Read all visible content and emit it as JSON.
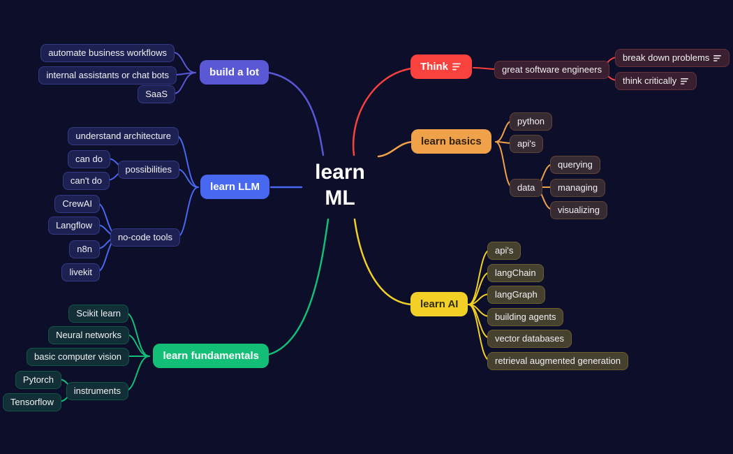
{
  "app": {
    "type": "mind-map"
  },
  "colors": {
    "background": "#0c0e2a",
    "center_text": "#ffffff",
    "child_text": "#f2f1f7",
    "branch_build_a_lot": "#5a58d5",
    "branch_learn_llm": "#4768ef",
    "branch_learn_fundamentals": "#13bf77",
    "branch_think": "#f9423e",
    "branch_learn_basics": "#f0a24a",
    "branch_learn_ai": "#f2d026",
    "child_fill_navy": "#1d2152",
    "child_fill_green": "#122e36",
    "child_fill_red": "#391f30",
    "child_fill_orange": "#362b32",
    "child_fill_yellow": "#46402f"
  },
  "center": {
    "title_line1": "learn",
    "title_line2": "ML"
  },
  "branches": [
    {
      "label": "build a lot",
      "color": "#5a58d5",
      "children": [
        {
          "label": "automate business workflows"
        },
        {
          "label": "internal assistants or chat bots"
        },
        {
          "label": "SaaS"
        }
      ]
    },
    {
      "label": "learn LLM",
      "color": "#4768ef",
      "children": [
        {
          "label": "understand architecture"
        },
        {
          "label": "possibilities",
          "children": [
            {
              "label": "can do"
            },
            {
              "label": "can't do"
            }
          ]
        },
        {
          "label": "no-code tools",
          "children": [
            {
              "label": "CrewAI"
            },
            {
              "label": "Langflow"
            },
            {
              "label": "n8n"
            },
            {
              "label": "livekit"
            }
          ]
        }
      ]
    },
    {
      "label": "learn fundamentals",
      "color": "#13bf77",
      "children": [
        {
          "label": "Scikit learn"
        },
        {
          "label": "Neural networks"
        },
        {
          "label": "basic computer vision"
        },
        {
          "label": "instruments",
          "children": [
            {
              "label": "Pytorch"
            },
            {
              "label": "Tensorflow"
            }
          ]
        }
      ]
    },
    {
      "label": "Think",
      "color": "#f9423e",
      "has_note_icon": true,
      "children": [
        {
          "label": "great software engineers",
          "children": [
            {
              "label": "break down problems",
              "has_note_icon": true
            },
            {
              "label": "think critically",
              "has_note_icon": true
            }
          ]
        }
      ]
    },
    {
      "label": "learn basics",
      "color": "#f0a24a",
      "children": [
        {
          "label": "python"
        },
        {
          "label": "api's"
        },
        {
          "label": "data",
          "children": [
            {
              "label": "querying"
            },
            {
              "label": "managing"
            },
            {
              "label": "visualizing"
            }
          ]
        }
      ]
    },
    {
      "label": "learn AI",
      "color": "#f2d026",
      "children": [
        {
          "label": "api's"
        },
        {
          "label": "langChain"
        },
        {
          "label": "langGraph"
        },
        {
          "label": "building agents"
        },
        {
          "label": "vector databases"
        },
        {
          "label": "retrieval augmented generation"
        }
      ]
    }
  ]
}
